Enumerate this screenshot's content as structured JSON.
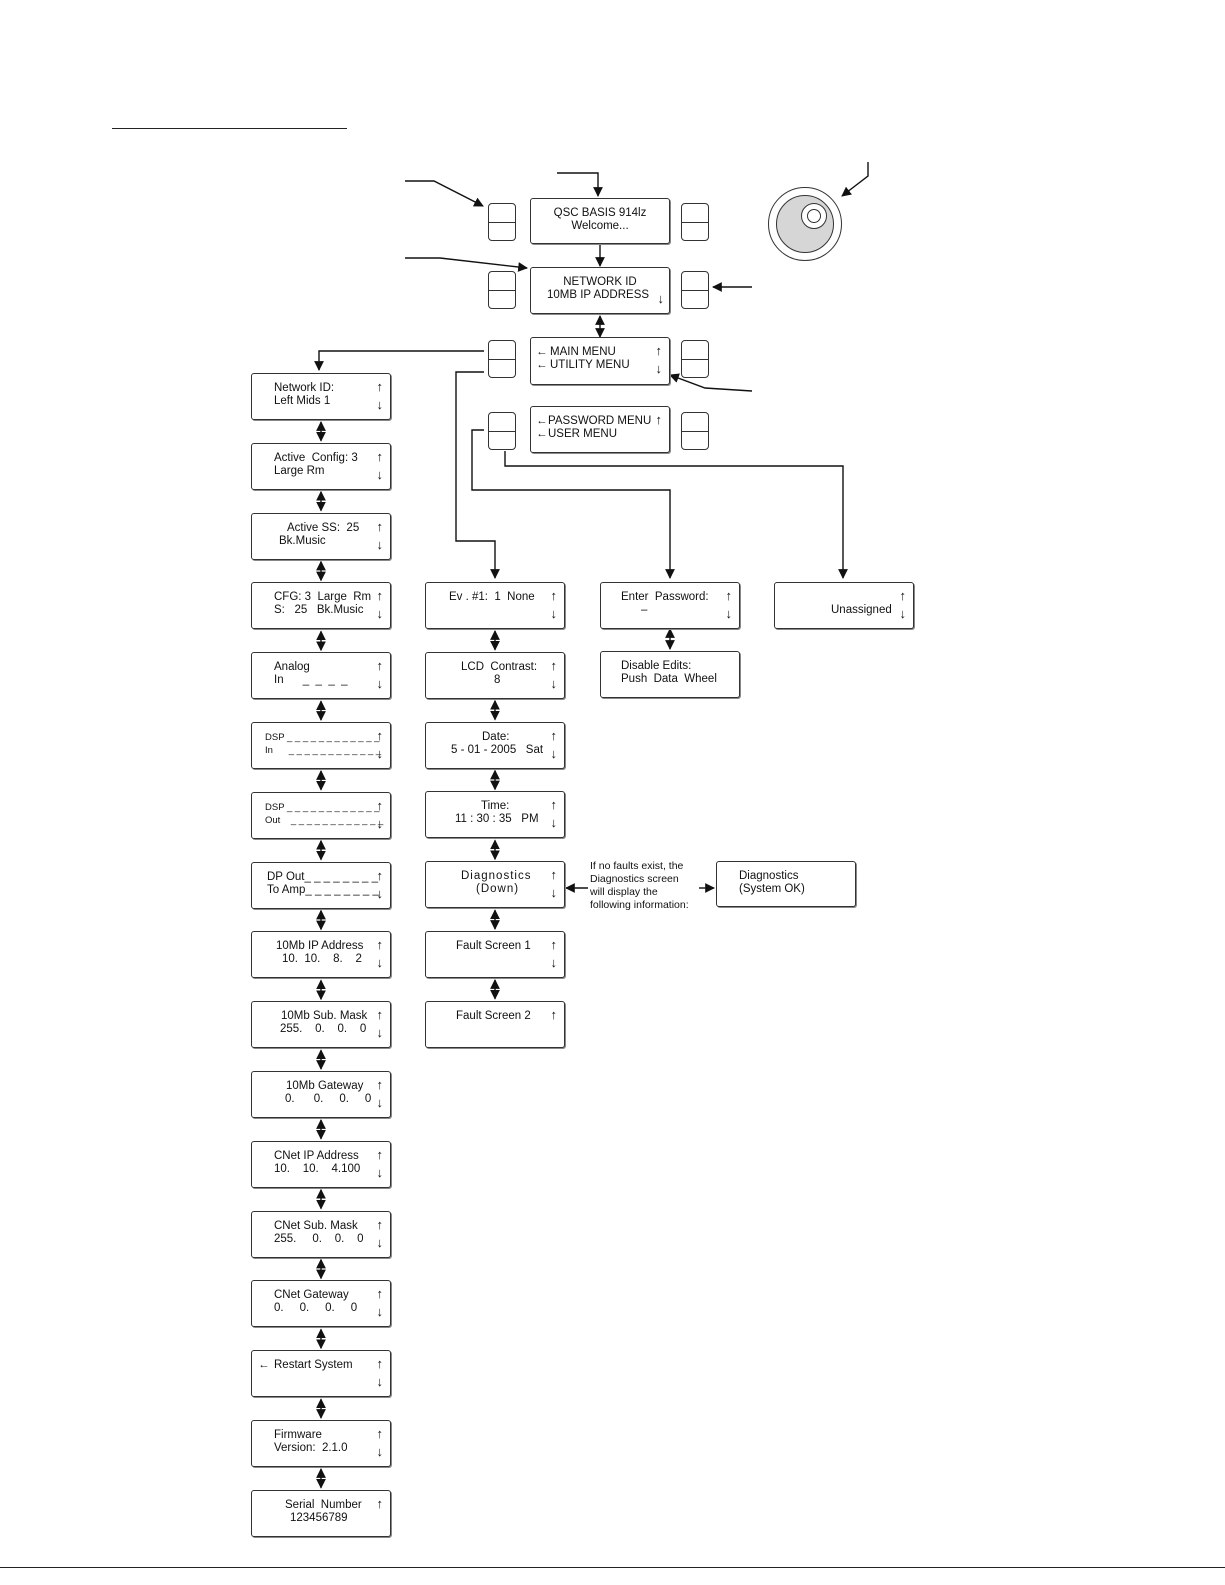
{
  "top_screens": {
    "welcome": {
      "line1": "QSC BASIS 914lz",
      "line2": "Welcome..."
    },
    "network": {
      "line1": "NETWORK ID",
      "line2": "10MB IP ADDRESS"
    },
    "menu": {
      "line1": "MAIN MENU",
      "line2": "UTILITY MENU"
    },
    "password": {
      "line1": "PASSWORD MENU",
      "line2": "USER MENU"
    }
  },
  "main_menu": [
    {
      "line1": "Network ID:",
      "line2": "Left Mids 1"
    },
    {
      "line1": "Active  Config: 3",
      "line2": "Large Rm"
    },
    {
      "line1": "Active SS:  25",
      "line2": "Bk.Music"
    },
    {
      "line1": "CFG: 3  Large  Rm",
      "line2": "S:   25   Bk.Music"
    },
    {
      "line1": "Analog",
      "line2": "In      _  _  _  _"
    },
    {
      "line1": "DSP _ _ _ _ _ _ _ _ _ _ _ _",
      "line2": "In      _ _ _ _ _ _ _ _ _ _ _ _"
    },
    {
      "line1": "DSP _ _ _ _ _ _ _ _ _ _ _ _",
      "line2": "Out    _ _ _ _ _ _ _ _ _ _ _ _"
    },
    {
      "line1": "DP Out_ _ _ _ _ _ _ _",
      "line2": "To Amp_ _ _ _ _ _ _ _"
    },
    {
      "line1": "10Mb IP Address",
      "line2": "10.  10.    8.    2"
    },
    {
      "line1": "10Mb Sub. Mask",
      "line2": "255.    0.    0.    0"
    },
    {
      "line1": "10Mb Gateway",
      "line2": "0.      0.     0.     0"
    },
    {
      "line1": "CNet IP Address",
      "line2": "10.    10.    4.100"
    },
    {
      "line1": "CNet Sub. Mask",
      "line2": "255.     0.    0.    0"
    },
    {
      "line1": "CNet Gateway",
      "line2": "0.     0.     0.     0"
    },
    {
      "line1": "Restart System",
      "line2": ""
    },
    {
      "line1": "Firmware",
      "line2": "Version:  2.1.0"
    },
    {
      "line1": "Serial  Number",
      "line2": "123456789"
    }
  ],
  "utility_menu": [
    {
      "line1": "Ev . #1:  1  None",
      "line2": ""
    },
    {
      "line1": "LCD  Contrast:",
      "line2": "8"
    },
    {
      "line1": "Date:",
      "line2": "5 - 01 - 2005   Sat"
    },
    {
      "line1": "Time:",
      "line2": "11 : 30 : 35   PM"
    },
    {
      "line1": "Diagnostics",
      "line2": "(Down)"
    },
    {
      "line1": "Fault Screen 1",
      "line2": ""
    },
    {
      "line1": "Fault Screen 2",
      "line2": ""
    }
  ],
  "password_screens": [
    {
      "line1": "Enter  Password:",
      "line2": "–"
    },
    {
      "line1": "Disable Edits:",
      "line2": "Push  Data  Wheel"
    }
  ],
  "user_screen": {
    "line1": "",
    "line2": "Unassigned"
  },
  "diagnostics_note": "If no faults exist, the\nDiagnostics screen\nwill display the\nfollowing information:",
  "diagnostics_ok": {
    "line1": "Diagnostics",
    "line2": "(System OK)"
  },
  "glyphs": {
    "up": "↑",
    "down": "↓",
    "select": "←"
  }
}
